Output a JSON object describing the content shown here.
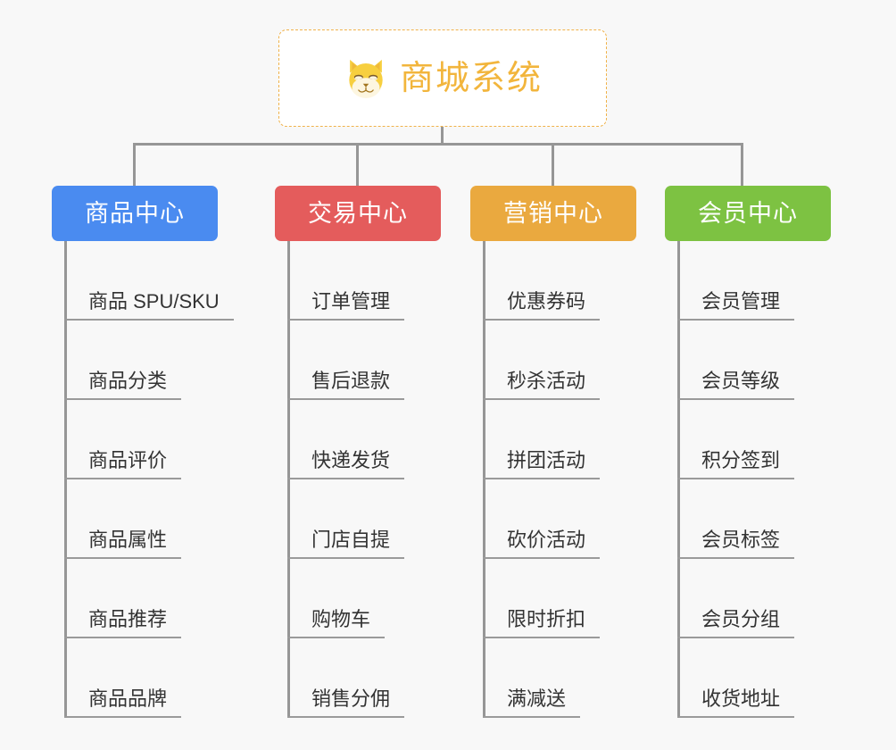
{
  "page": {
    "background_color": "#f8f8f8",
    "connector_color": "#969696",
    "leaf_underline_color": "#9a9a9a",
    "leaf_text_color": "#333333"
  },
  "root": {
    "title": "商城系统",
    "icon": "shiba-dog-face-emoji",
    "text_color": "#f2b53c",
    "border_color": "#f0b24a",
    "background_color": "#ffffff"
  },
  "branches": [
    {
      "label": "商品中心",
      "color": "#4a8bf0",
      "items": [
        "商品 SPU/SKU",
        "商品分类",
        "商品评价",
        "商品属性",
        "商品推荐",
        "商品品牌"
      ]
    },
    {
      "label": "交易中心",
      "color": "#e45c5c",
      "items": [
        "订单管理",
        "售后退款",
        "快递发货",
        "门店自提",
        "购物车",
        "销售分佣"
      ]
    },
    {
      "label": "营销中心",
      "color": "#eaa93f",
      "items": [
        "优惠券码",
        "秒杀活动",
        "拼团活动",
        "砍价活动",
        "限时折扣",
        "满减送"
      ]
    },
    {
      "label": "会员中心",
      "color": "#7dc242",
      "items": [
        "会员管理",
        "会员等级",
        "积分签到",
        "会员标签",
        "会员分组",
        "收货地址"
      ]
    }
  ]
}
